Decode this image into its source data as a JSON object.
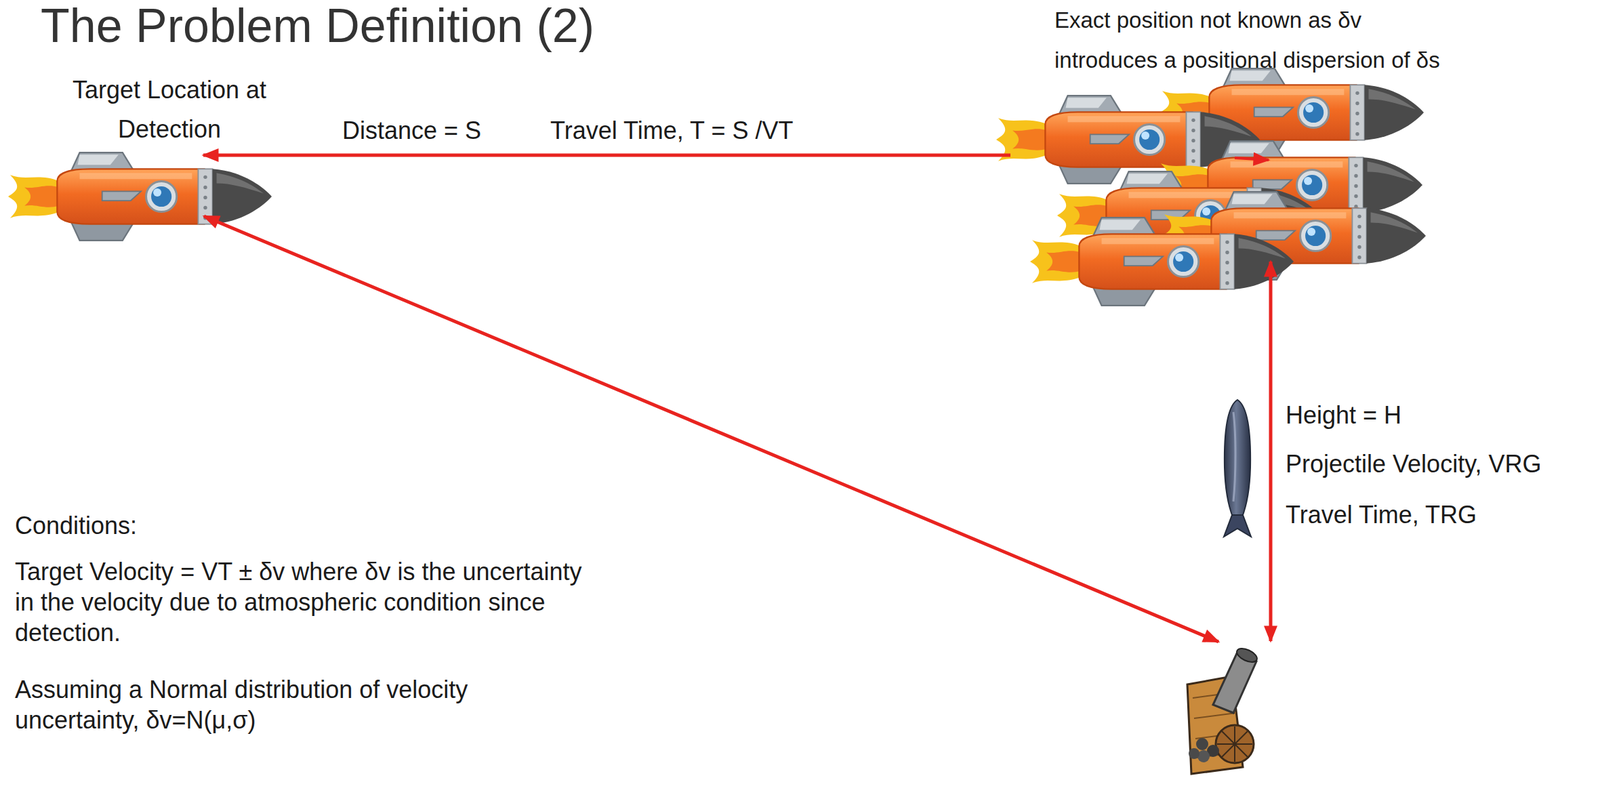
{
  "diagram": {
    "title": "The Problem Definition (2)",
    "labels": [
      "Target Location at Detection",
      "Distance = S",
      "Travel Time, T = S /VT",
      "Exact position not known as δv introduces a positional dispersion of δs",
      "Height = H",
      "Projectile Velocity, VRG",
      "Travel Time, TRG",
      "Conditions:",
      "Target Velocity = VT ± δv where δv is the uncertainty in the velocity due to atmospheric condition since detection.",
      "Assuming a Normal distribution of velocity uncertainty, δv=N(μ,σ)"
    ]
  }
}
